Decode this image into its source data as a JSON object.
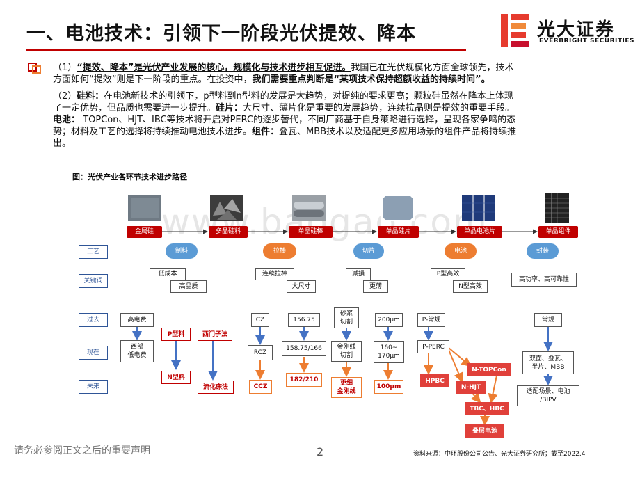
{
  "header": {
    "title": "一、电池技术：引领下一阶段光伏提效、降本",
    "logo_cn": "光大证券",
    "logo_en": "EVERBRIGHT SECURITIES"
  },
  "colors": {
    "accent": "#c00000",
    "blue": "#5b9bd5",
    "orange": "#ed7d31",
    "navy": "#2f5597"
  },
  "paragraph1": {
    "prefix": "（1）",
    "lead": "“提效、降本”是光伏产业发展的核心，规模化与技术进步相互促进。",
    "line1_rest": "我国已在光伏规模化方面全球领先，技术",
    "line2_start": "方面如何“提效”则是下一阶段的重点。在投资中，",
    "line2_bold": "我们需要重点判断是“某项技术保持超额收益的持续时间”",
    "line2_end": "。"
  },
  "paragraph2": {
    "l1_a": "（2）",
    "l1_b": "硅料：",
    "l1_c": "在电池新技术的引领下，p型料到n型料的发展是大趋势，对提纯的要求更高；颗粒硅虽然在降本上体现",
    "l2_a": "了一定优势，但品质也需要进一步提升。",
    "l2_b": "硅片：",
    "l2_c": "大尺寸、薄片化是重要的发展趋势，连续拉晶则是提效的重要手段。",
    "l3_a": "电池：",
    "l3_b": " TOPCon、HJT、IBC等技术将开启对PERC的逐步替代，不同厂商基于自身策略进行选择，呈现各家争鸣的态",
    "l4_a": "势；材料及工艺的选择将持续推动电池技术进步。",
    "l4_b": "组件：",
    "l4_c": "叠瓦、MBB技术以及适配更多应用场景的组件产品将持续推",
    "l5": "出。"
  },
  "figure": {
    "title": "图：光伏产业各环节技术进步路径",
    "watermark": "www.baogao.com",
    "stages": [
      "金属硅",
      "多晶硅料",
      "单晶硅棒",
      "单晶硅片",
      "单晶电池片",
      "单晶组件"
    ],
    "row_labels": {
      "process": "工艺",
      "keywords": "关键词",
      "past": "过去",
      "present": "现在",
      "future": "未来"
    },
    "processes": [
      "制料",
      "拉棒",
      "切片",
      "电池",
      "封装"
    ],
    "keywords": {
      "k1a": "低成本",
      "k1b": "高品质",
      "k2": "连续拉棒",
      "k3": "大尺寸",
      "k4a": "减損",
      "k4b": "更薄",
      "k5a": "P型高效",
      "k5b": "N型高效",
      "k6": "高功率、高可靠性"
    },
    "nodes": {
      "high_power": "高电费",
      "west": "西部\n低电费",
      "p_type": "P型料",
      "n_type": "N型料",
      "siemens": "西门子法",
      "fluid": "流化床法",
      "cz": "CZ",
      "rcz": "RCZ",
      "ccz": "CCZ",
      "w156": "156.75",
      "w158": "158.75/166",
      "w182": "182/210",
      "slurry": "砂浆\n切割",
      "diamond": "金刚线\n切割",
      "finer": "更细\n金刚线",
      "t200": "200μm",
      "t160": "160~\n170μm",
      "t100": "100μm",
      "p_normal": "P-常规",
      "p_perc": "P-PERC",
      "hpbc": "HPBC",
      "n_topcon": "N-TOPCon",
      "n_hjt": "N-HJT",
      "tbc_hbc": "TBC、HBC",
      "tandem": "叠层电池",
      "regular": "常规",
      "bifacial": "双面、叠瓦、\n半片、MBB",
      "adapt": "适配场景、电池\n/BIPV"
    }
  },
  "footer": {
    "disclaimer": "请务必参阅正文之后的重要声明",
    "page": "2",
    "source": "资料来源：中环股份公司公告、光大证券研究所；截至2022.4"
  }
}
